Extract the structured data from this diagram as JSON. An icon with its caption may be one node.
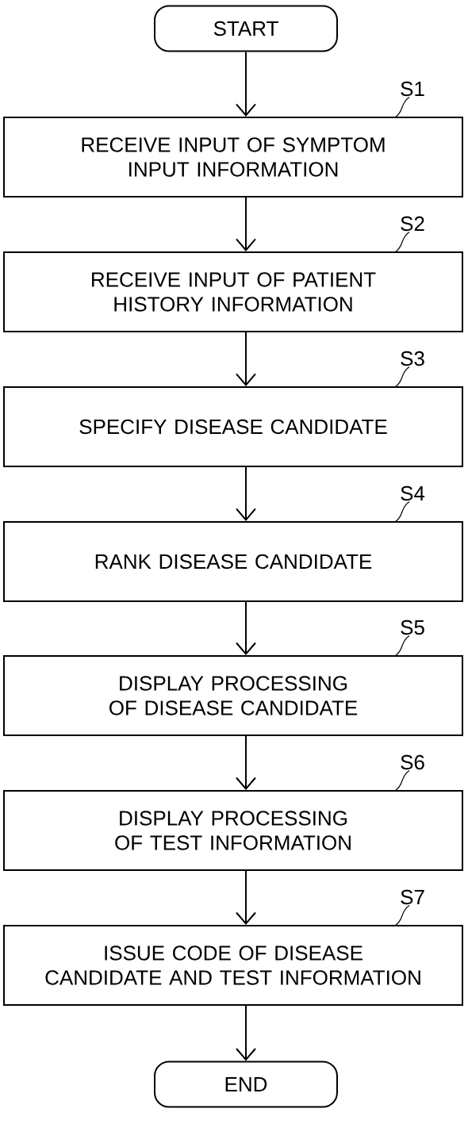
{
  "diagram": {
    "nodes": [
      {
        "text": [
          "START"
        ]
      },
      {
        "text": [
          "S1"
        ]
      },
      {
        "text": [
          "RECEIVE INPUT OF SYMPTOM INPUT INFORMATION"
        ]
      },
      {
        "text": [
          "S2"
        ]
      },
      {
        "text": [
          "RECEIVE INPUT OF PATIENT HISTORY INFORMATION"
        ]
      },
      {
        "text": [
          "S3"
        ]
      },
      {
        "text": [
          "SPECIFY DISEASE CANDIDATE"
        ]
      },
      {
        "text": [
          "S4"
        ]
      },
      {
        "text": [
          "RANK DISEASE CANDIDATE"
        ]
      },
      {
        "text": [
          "S5"
        ]
      },
      {
        "text": [
          "DISPLAY PROCESSING OF DISEASE CANDIDATE"
        ]
      },
      {
        "text": [
          "S6"
        ]
      },
      {
        "text": [
          "DISPLAY PROCESSING OF TEST INFORMATION"
        ]
      },
      {
        "text": [
          "S7"
        ]
      },
      {
        "text": [
          "ISSUE CODE OF DISEASE CANDIDATE AND TEST INFORMATION"
        ]
      },
      {
        "text": [
          "END"
        ]
      }
    ],
    "edges": [
      {
        "from": 0,
        "to": 2,
        "arrow": "to"
      },
      {
        "from": 2,
        "to": 4,
        "arrow": "to"
      },
      {
        "from": 4,
        "to": 6,
        "arrow": "to"
      },
      {
        "from": 6,
        "to": 8,
        "arrow": "to"
      },
      {
        "from": 8,
        "to": 10,
        "arrow": "to"
      },
      {
        "from": 10,
        "to": 12,
        "arrow": "to"
      },
      {
        "from": 12,
        "to": 14,
        "arrow": "to"
      },
      {
        "from": 14,
        "to": 15,
        "arrow": "to"
      },
      {
        "from": 1,
        "to": 2,
        "arrow": "none"
      },
      {
        "from": 3,
        "to": 4,
        "arrow": "none"
      },
      {
        "from": 5,
        "to": 6,
        "arrow": "none"
      },
      {
        "from": 7,
        "to": 8,
        "arrow": "none"
      },
      {
        "from": 9,
        "to": 10,
        "arrow": "none"
      },
      {
        "from": 11,
        "to": 12,
        "arrow": "none"
      },
      {
        "from": 13,
        "to": 14,
        "arrow": "none"
      }
    ]
  }
}
